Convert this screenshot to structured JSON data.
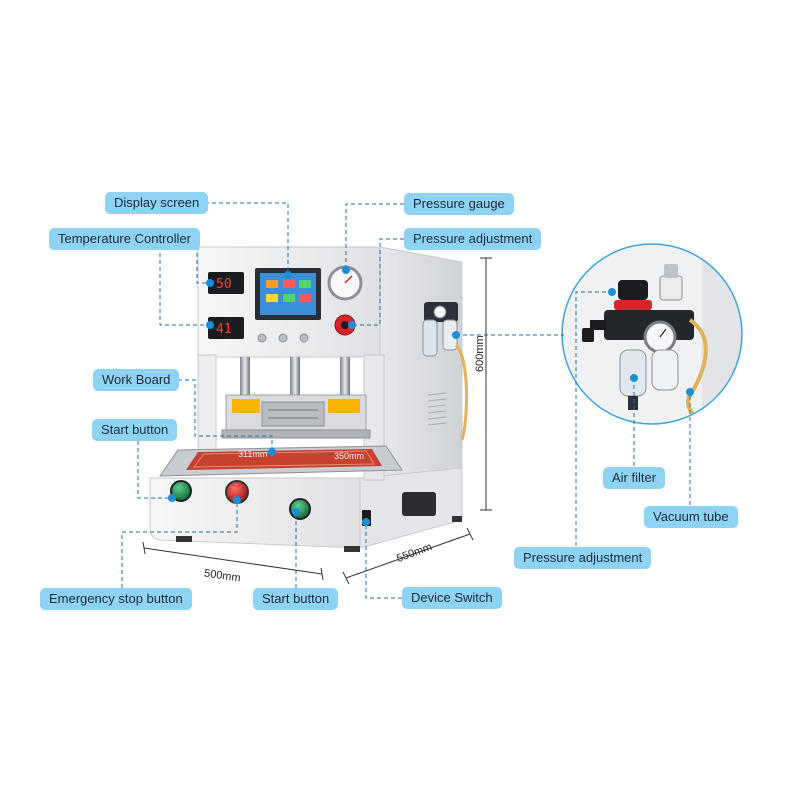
{
  "colors": {
    "label_bg": "#8fd3f4",
    "leader": "#1c6fa8",
    "machine_body": "#eeeff1",
    "accent_red": "#d8232a",
    "button_green": "#1c8a4a",
    "screen_blue": "#3a8fd8"
  },
  "labels": {
    "display_screen": "Display screen",
    "pressure_gauge": "Pressure gauge",
    "temperature_controller": "Temperature Controller",
    "pressure_adjustment_top": "Pressure adjustment",
    "work_board": "Work Board",
    "start_button_left": "Start button",
    "air_filter": "Air filter",
    "vacuum_tube": "Vacuum tube",
    "pressure_adjustment_right": "Pressure adjustment",
    "emergency_stop_button": "Emergency stop button",
    "start_button_bottom": "Start button",
    "device_switch": "Device Switch"
  },
  "dimensions": {
    "width": "500mm",
    "depth": "550mm",
    "height": "600mm"
  },
  "controller_readouts": {
    "upper": "50",
    "lower": "41"
  },
  "plate_marks": {
    "width": "311mm",
    "depth": "350mm"
  }
}
